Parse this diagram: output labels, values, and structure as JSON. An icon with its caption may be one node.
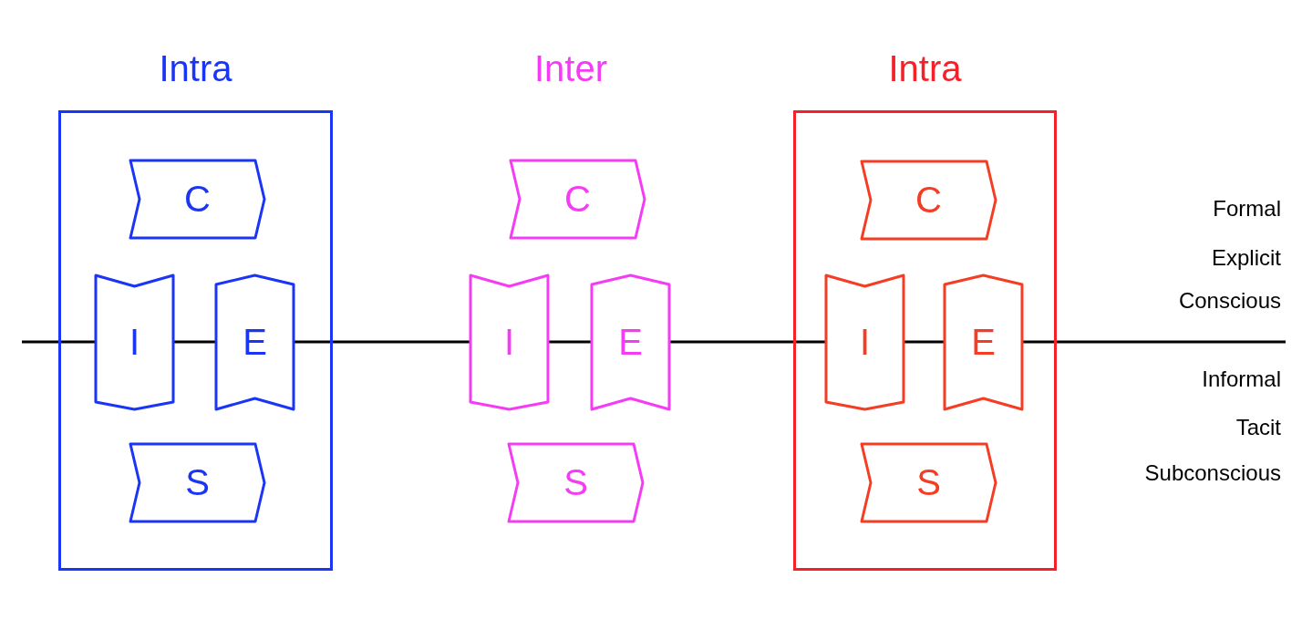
{
  "diagram": {
    "nodes": [
      {
        "text": [
          "Intra"
        ]
      },
      {
        "text": [
          "C"
        ],
        "in": 0
      },
      {
        "text": [
          "I"
        ],
        "in": 0
      },
      {
        "text": [
          "E"
        ],
        "in": 0
      },
      {
        "text": [
          "S"
        ],
        "in": 0
      },
      {
        "text": [
          "C"
        ]
      },
      {
        "text": [
          "I"
        ]
      },
      {
        "text": [
          "E"
        ]
      },
      {
        "text": [
          "S"
        ]
      },
      {
        "text": [
          "Intra"
        ]
      },
      {
        "text": [
          "C"
        ],
        "in": 9
      },
      {
        "text": [
          "I"
        ],
        "in": 9
      },
      {
        "text": [
          "E"
        ],
        "in": 9
      },
      {
        "text": [
          "S"
        ],
        "in": 9
      }
    ],
    "labels": [
      "Inter",
      "Formal",
      "Explicit",
      "Conscious",
      "Informal",
      "Tacit",
      "Subconscious"
    ]
  }
}
